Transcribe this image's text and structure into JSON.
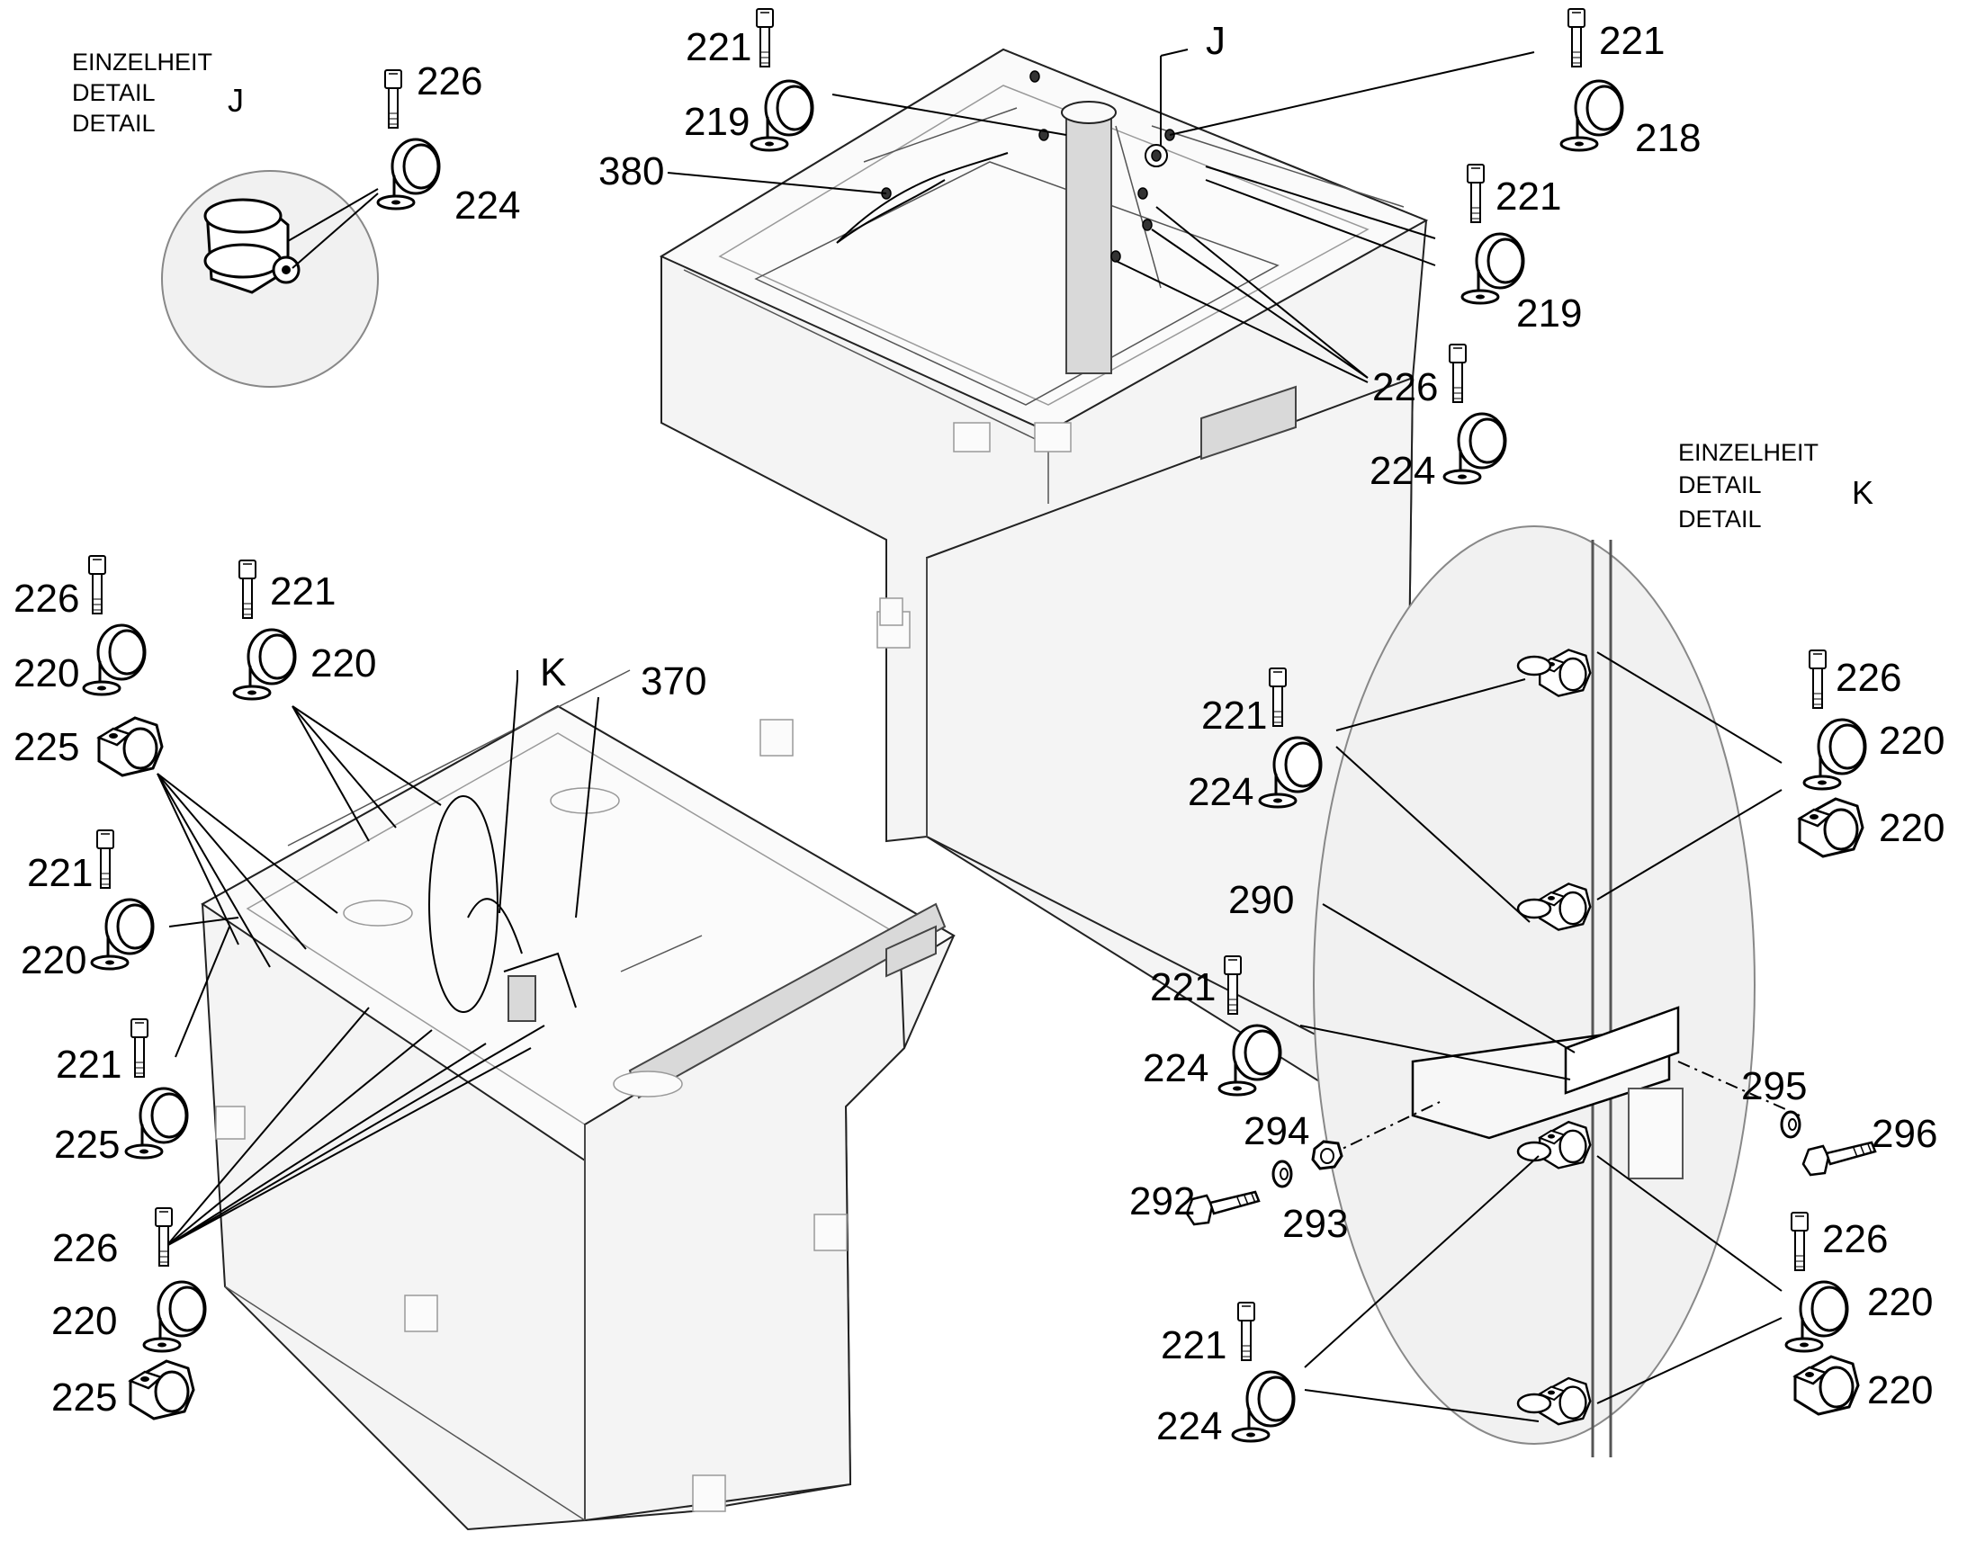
{
  "detail_j": {
    "header": [
      "EINZELHEIT",
      "DETAIL",
      "DETAIL"
    ],
    "letter": "J"
  },
  "detail_k": {
    "header": [
      "EINZELHEIT",
      "DETAIL",
      "DETAIL"
    ],
    "letter": "K"
  },
  "view_markers": {
    "j": "J",
    "k": "K"
  },
  "callouts": {
    "dj_226": "226",
    "dj_224": "224",
    "t_221a": "221",
    "t_219a": "219",
    "t_380": "380",
    "t_221b": "221",
    "t_218": "218",
    "t_221c": "221",
    "t_219b": "219",
    "t_226": "226",
    "t_224": "224",
    "b_370": "370",
    "l_226a": "226",
    "l_220a": "220",
    "l_225a": "225",
    "l_221a": "221",
    "l_220b": "220",
    "l_221b": "221",
    "l_220c": "220",
    "l_221c": "221",
    "l_225b": "225",
    "l_226b": "226",
    "l_220d": "220",
    "l_225c": "225",
    "k_221a": "221",
    "k_224a": "224",
    "k_226a": "226",
    "k_220a": "220",
    "k_220b": "220",
    "k_290": "290",
    "k_221b": "221",
    "k_224b": "224",
    "k_294": "294",
    "k_292": "292",
    "k_293": "293",
    "k_295": "295",
    "k_296": "296",
    "k_226b": "226",
    "k_220c": "220",
    "k_220d": "220",
    "k_221c": "221",
    "k_224c": "224"
  }
}
